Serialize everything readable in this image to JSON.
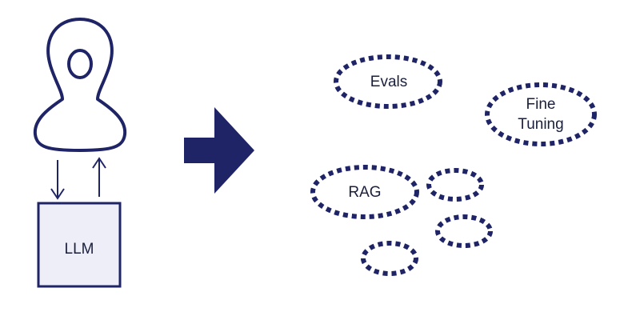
{
  "colors": {
    "navy": "#1f2466",
    "box_fill": "#eeeef8",
    "person_fill": "#ffffff",
    "text": "#1a1f3c",
    "background": "#ffffff"
  },
  "icons": {
    "person": "user-icon",
    "transition": "arrow-right-icon",
    "to_llm": "arrow-down-icon",
    "from_llm": "arrow-up-icon"
  },
  "left": {
    "box_label": "LLM"
  },
  "right": {
    "bubbles": [
      {
        "label_lines": [
          "Evals"
        ]
      },
      {
        "label_lines": [
          "Fine",
          "Tuning"
        ]
      },
      {
        "label_lines": [
          "RAG"
        ]
      },
      {
        "label_lines": []
      },
      {
        "label_lines": []
      },
      {
        "label_lines": []
      }
    ]
  }
}
